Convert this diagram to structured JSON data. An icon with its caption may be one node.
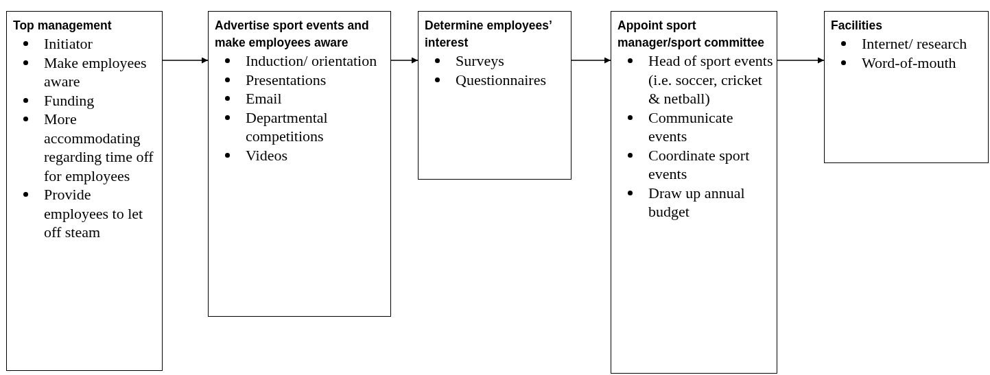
{
  "diagram": {
    "nodes": [
      {
        "text": [
          "Top management",
          "Initiator",
          "Make employees aware",
          "Funding",
          "More accommodating regarding time off for employees",
          "Provide employees to let off steam"
        ]
      },
      {
        "text": [
          "Advertise sport events and make employees aware",
          "Induction/ orientation",
          "Presentations",
          "Email",
          "Departmental competitions",
          "Videos"
        ]
      },
      {
        "text": [
          "Determine employees’ interest",
          "Surveys",
          "Questionnaires"
        ]
      },
      {
        "text": [
          "Appoint sport manager/sport committee",
          "Head of sport events (i.e. soccer, cricket & netball)",
          "Communicate events",
          "Coordinate sport events",
          "Draw up annual budget"
        ]
      },
      {
        "text": [
          "Facilities",
          "Internet/ research",
          "Word-of-mouth"
        ]
      }
    ],
    "edges": [
      {
        "from": 0,
        "to": 1,
        "arrow": "to"
      },
      {
        "from": 1,
        "to": 2,
        "arrow": "to"
      },
      {
        "from": 2,
        "to": 3,
        "arrow": "to"
      },
      {
        "from": 3,
        "to": 4,
        "arrow": "to"
      }
    ]
  }
}
